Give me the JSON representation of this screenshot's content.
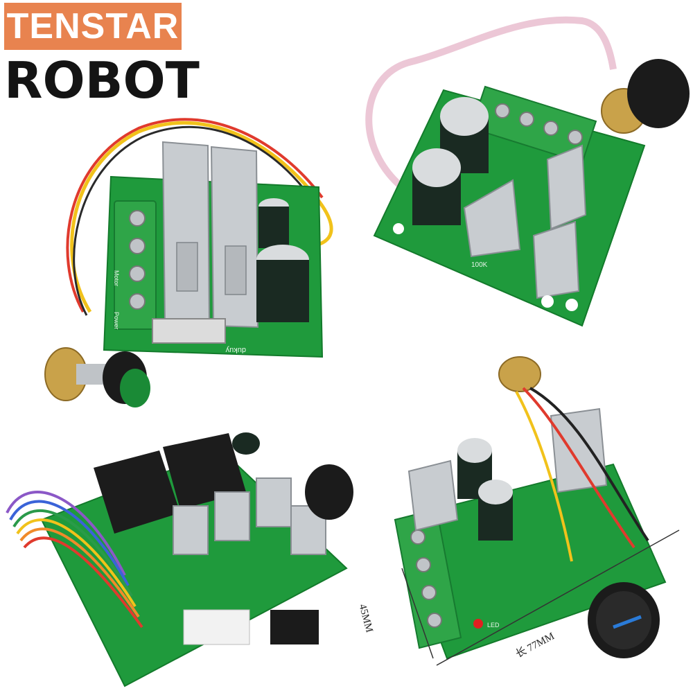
{
  "logo": {
    "brand_line1": "TENSTAR",
    "brand_line2": "ROBOT",
    "brand_color": "#e8834f"
  },
  "board_labels": {
    "potentiometer_value": "100K",
    "silkscreen_text": "dukuy",
    "motor_label": "Motor",
    "power_label": "Power",
    "led_label": "LED"
  },
  "dimensions": {
    "width": "长 77MM",
    "height": "45MM"
  },
  "colors": {
    "pcb_green": "#1f9a3c",
    "terminal_green": "#2fa548",
    "heatsink": "#c8ccd0",
    "capacitor": "#1a2a22",
    "knob": "#1b1b1b"
  }
}
